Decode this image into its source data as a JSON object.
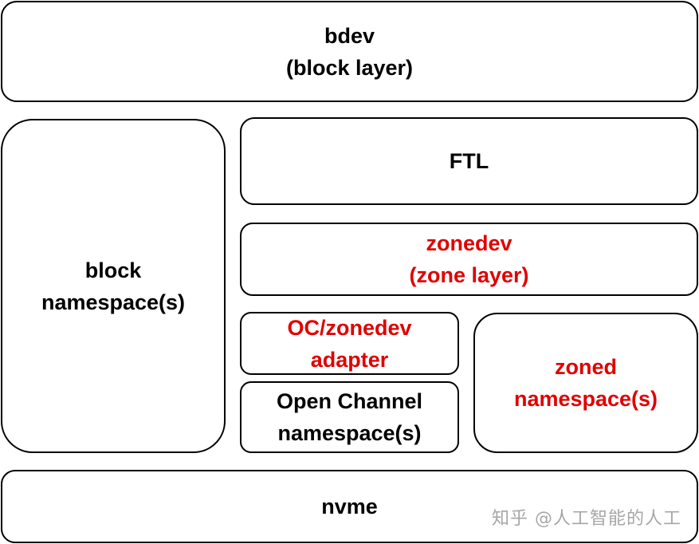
{
  "bdev": {
    "line1": "bdev",
    "line2": "(block layer)"
  },
  "block_ns": {
    "line1": "block",
    "line2": "namespace(s)"
  },
  "ftl": {
    "label": "FTL"
  },
  "zonedev": {
    "line1": "zonedev",
    "line2": "(zone layer)"
  },
  "oc_adapter": {
    "line1": "OC/zonedev",
    "line2": "adapter"
  },
  "oc_ns": {
    "line1": "Open Channel",
    "line2": "namespace(s)"
  },
  "zoned_ns": {
    "line1": "zoned",
    "line2": "namespace(s)"
  },
  "nvme": {
    "label": "nvme"
  },
  "watermark": "知乎 @人工智能的人工",
  "colors": {
    "highlight": "#e00000",
    "text": "#000000",
    "border": "#000000"
  }
}
